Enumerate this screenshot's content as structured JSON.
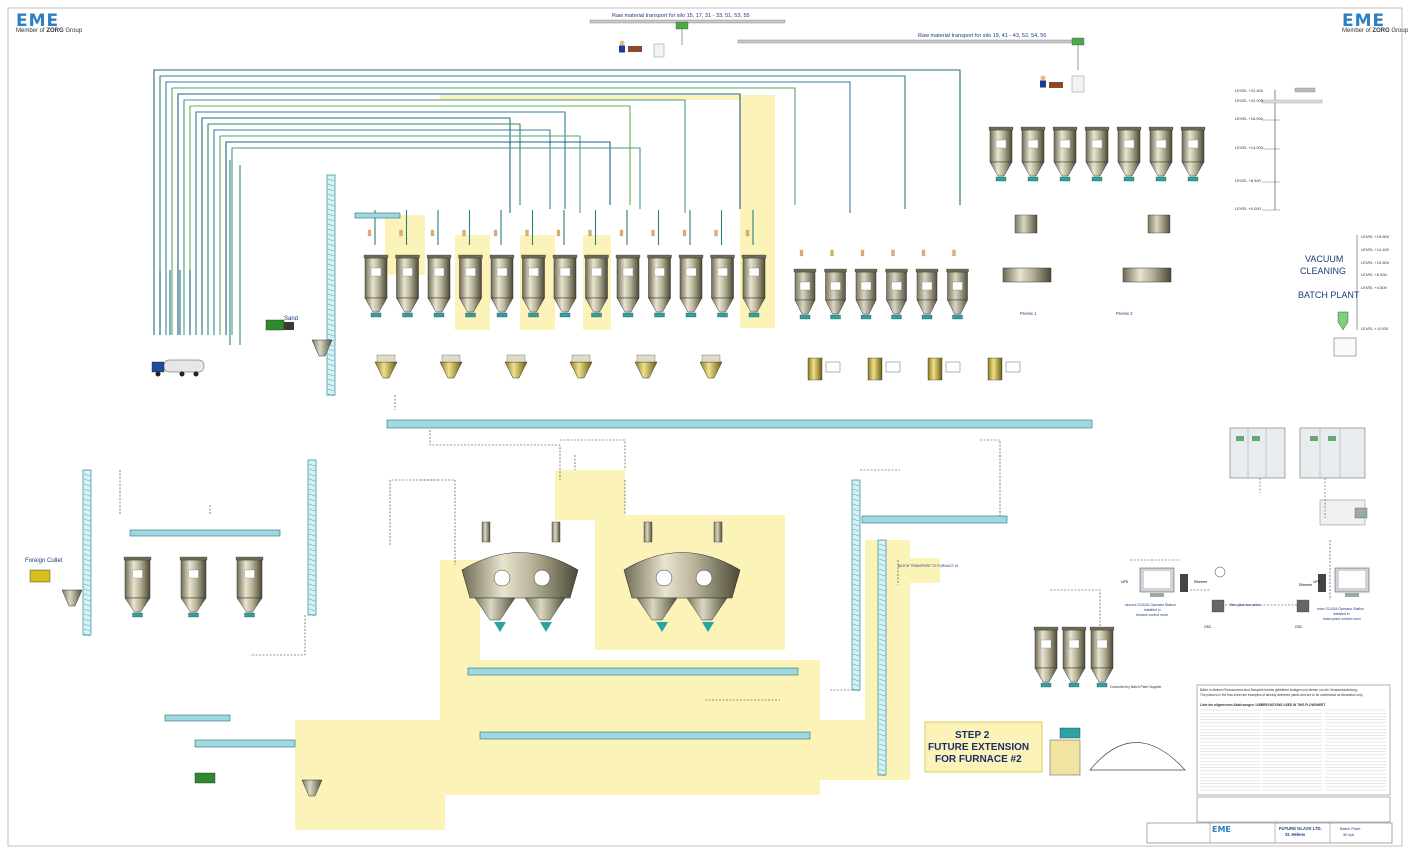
{
  "logo": {
    "brand": "EME",
    "member": "Member of ",
    "member_group": "ZORG",
    "member_suffix": " Group"
  },
  "headers": {
    "raw1": "Raw material transport for silo 15, 17, 31 - 33, 51, 53, 55",
    "raw2": "Raw material transport for silo 19, 41 - 43, 52, 54, 56"
  },
  "levels_right": [
    "LEVEL +22.400",
    "LEVEL +22.000",
    "LEVEL +18.000",
    "LEVEL +14.000",
    "LEVEL +8.300",
    "LEVEL +0.000"
  ],
  "vacuum": {
    "title1": "VACUUM",
    "title2": "CLEANING",
    "title3": "BATCH PLANT",
    "levels": [
      "LEVEL +19.800",
      "LEVEL +14.400",
      "LEVEL +10.800",
      "LEVEL +6.530",
      "LEVEL +4.500",
      "LEVEL +-0.000"
    ]
  },
  "labels": {
    "sand": "Sand",
    "foreign_cullet": "Foreign Cullet",
    "premix1": "Premix 1",
    "premix2": "Premix 2",
    "step2_1": "STEP 2",
    "step2_2": "FUTURE EXTENSION",
    "step2_3": "FOR FURNACE #2",
    "scada2_1": "second SCADA Operator Station",
    "scada2_2": "installed in",
    "scada2_3": "furnace control room",
    "scadam_1": "main SCADA Operator Station",
    "scadam_2": "installed in",
    "scadam_3": "batch plant control room",
    "ups1": "UPS",
    "ups2": "UPS",
    "ethernet1": "Ethernet",
    "ethernet2": "Ethernet",
    "fiber": "fibre glass line cables",
    "osc1": "OSC",
    "osc2": "OSC",
    "batch_transport": "BATCH TRANSPORT TO FURNACE #1",
    "controlled": "Controlled by Batch Plant Supplier"
  },
  "legend": {
    "en_title": "The pictures in the flow sheet are examples of already delivered plants and are to be understood as illustration only.",
    "de_title": "Bilder in diesem Fliessschema sind Beispiele bereits gelieferter Anlagen und dienen nur der Veranschaulichung.",
    "abbrev_title": "Liste der allgemeinen Abkürzungen / ABBREVIATIONS USED IN THIS FLOWSHEET"
  },
  "titleblock": {
    "client1": "FUTURE GLASS LTD.",
    "client2": "St. Helens",
    "drawing1": "Batch Plant",
    "drawing2": "30 tph"
  }
}
